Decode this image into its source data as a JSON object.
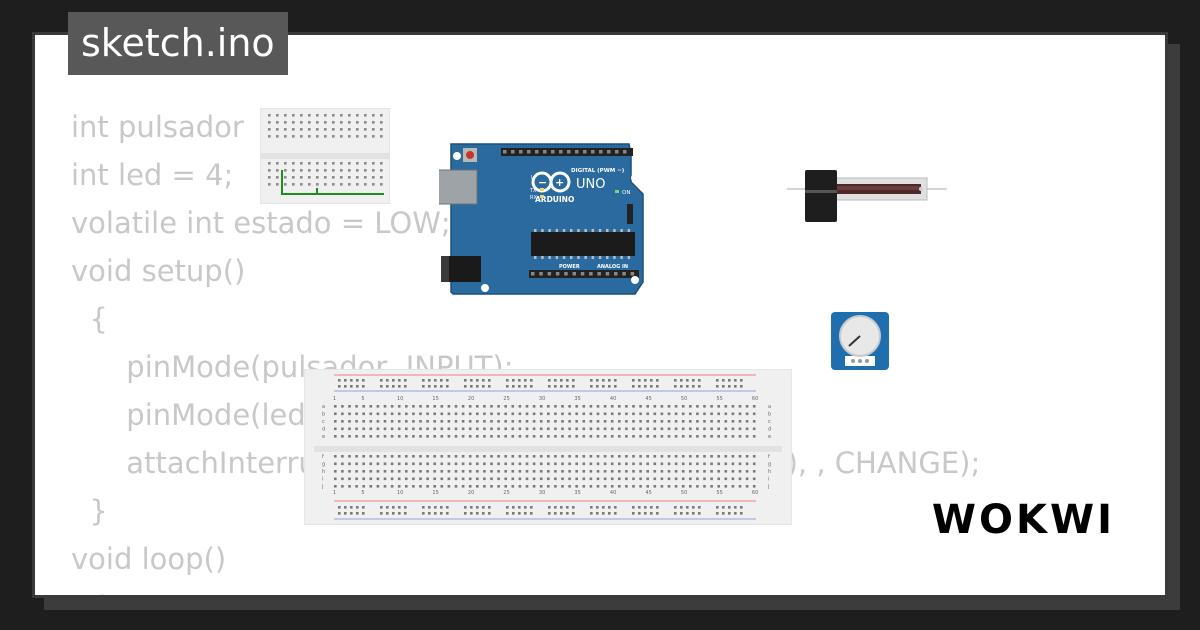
{
  "title": "sketch.ino",
  "code_lines": [
    "int pulsador",
    "int led = 4;",
    "volatile int estado = LOW;",
    "void setup()",
    "  {",
    "      pinMode(pulsador, INPUT);",
    "      pinMode(led, OUTPUT);",
    "      attachInterrupt(digitalPinToInterrupt(pulsador), , CHANGE);",
    "  }",
    "void loop()",
    "  {"
  ],
  "arduino": {
    "brand": "ARDUINO",
    "model": "UNO",
    "digital_label": "DIGITAL (PWM ~)",
    "power_label": "POWER",
    "analog_label": "ANALOG IN",
    "on_label": "ON",
    "tx_label": "TX",
    "rx_label": "RX",
    "l_label": "L"
  },
  "breadboard": {
    "column_numbers": [
      "1",
      "5",
      "10",
      "15",
      "20",
      "25",
      "30",
      "35",
      "40",
      "45",
      "50",
      "55",
      "60"
    ],
    "row_letters_top": [
      "a",
      "b",
      "c",
      "d",
      "e"
    ],
    "row_letters_bottom": [
      "f",
      "g",
      "h",
      "i",
      "j"
    ]
  },
  "logo": "WOKWI",
  "colors": {
    "background": "#1e1e1e",
    "card": "#ffffff",
    "title_bg": "#585858",
    "code_text": "#c8c8c8",
    "arduino_blue": "#2a6a9e",
    "wire_green": "#1e8c1e"
  }
}
